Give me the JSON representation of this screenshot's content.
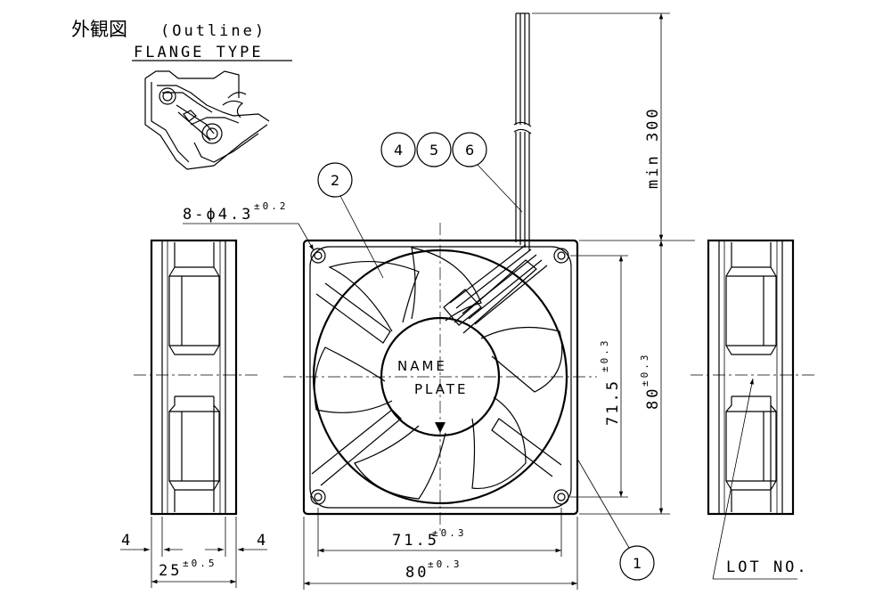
{
  "title": {
    "japanese": "外観図",
    "english": "(Outline)",
    "subtitle": "FLANGE TYPE"
  },
  "dimensions": {
    "hole_spec": "8-ϕ4.3",
    "hole_tol": "±0.2",
    "lead_length": "min 300",
    "vert_pitch": "71.5",
    "vert_pitch_tol": "±0.3",
    "vert_size": "80",
    "vert_size_tol": "±0.3",
    "flange_left": "4",
    "flange_right": "4",
    "depth": "25",
    "depth_tol": "±0.5",
    "horiz_pitch": "71.5",
    "horiz_pitch_tol": "±0.3",
    "horiz_size": "80",
    "horiz_size_tol": "±0.3"
  },
  "callouts": {
    "c1": "1",
    "c2": "2",
    "c4": "4",
    "c5": "5",
    "c6": "6"
  },
  "nameplate": {
    "line1": "NAME",
    "line2": "PLATE"
  },
  "lot_label": "LOT NO.",
  "colors": {
    "line": "#000000",
    "background": "#ffffff"
  }
}
